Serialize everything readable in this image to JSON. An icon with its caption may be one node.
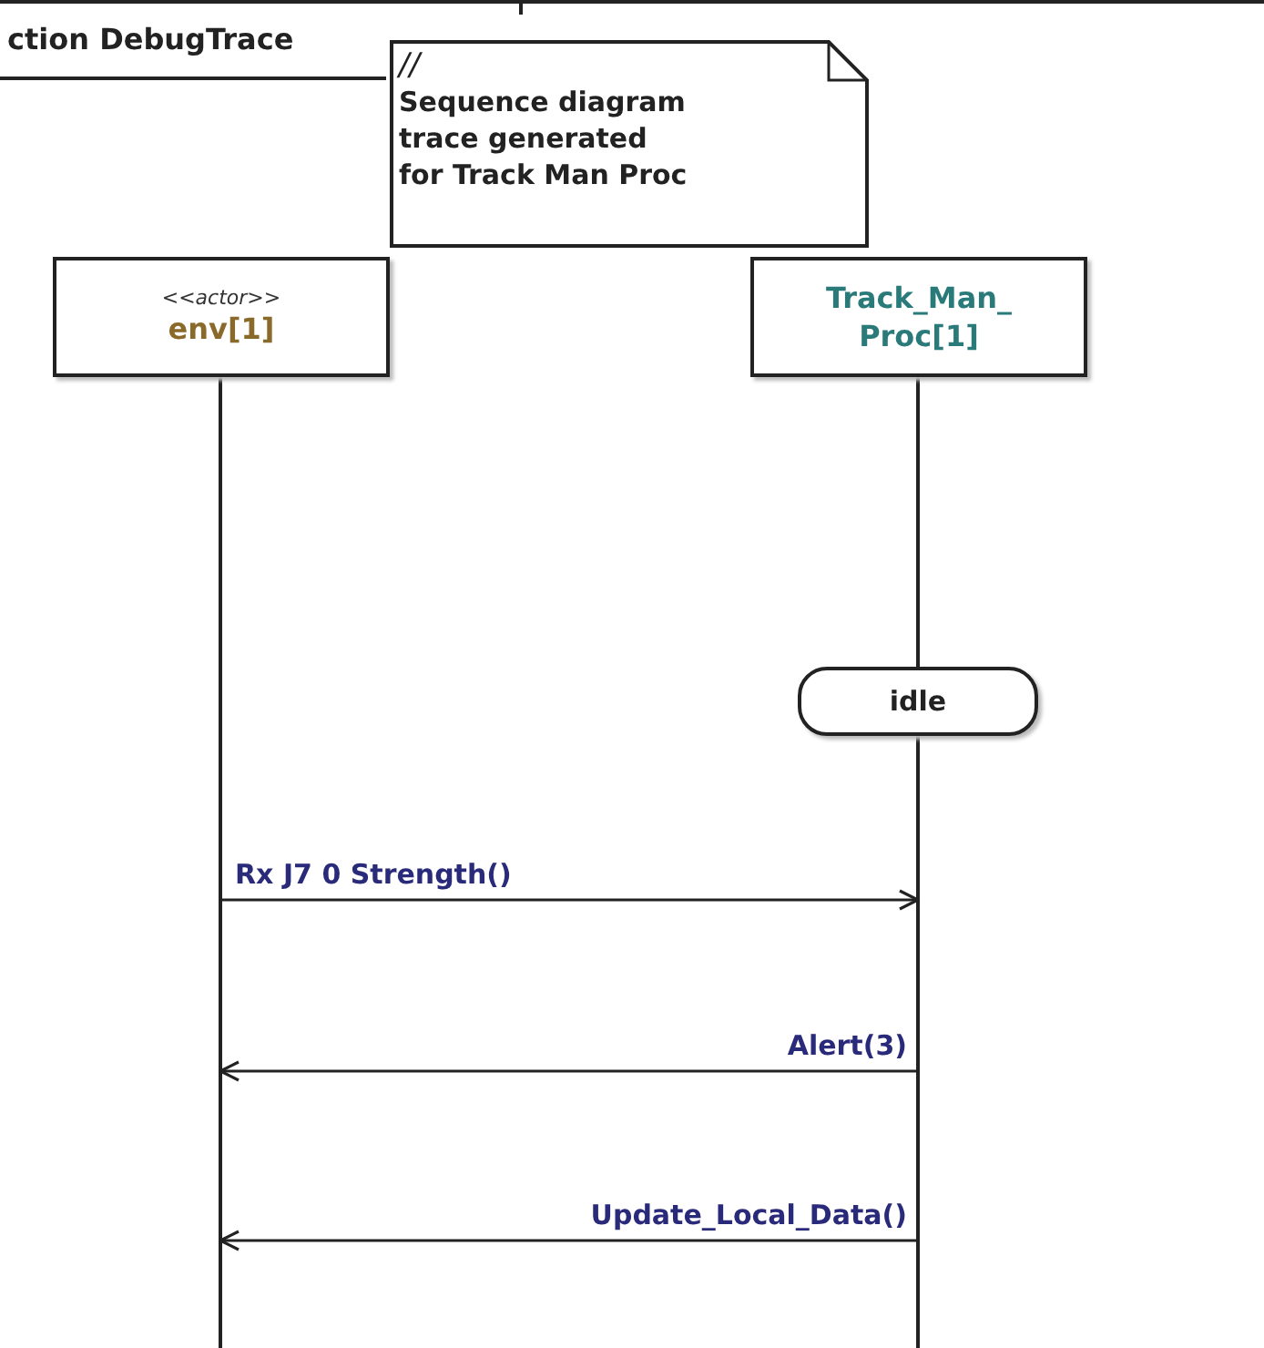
{
  "diagram": {
    "nodes": [
      {
        "text": [
          "ction DebugTrace"
        ]
      },
      {
        "text": [
          "//",
          "Sequence diagram trace generated for Track Man Proc"
        ],
        "in": 0
      },
      {
        "text": [
          "<<actor>>",
          "env[1]"
        ],
        "in": 0
      },
      {
        "text": [
          "Track_Man_ Proc[1]"
        ],
        "in": 0
      },
      {
        "text": [
          "idle"
        ],
        "in": 0
      },
      {
        "text": [],
        "shape": "bar",
        "in": 0
      },
      {
        "text": [],
        "shape": "bar",
        "in": 0
      }
    ],
    "edges": [
      {
        "from": 5,
        "to": 6,
        "arrow": "to",
        "label": "Rx J7 0 Strength()"
      },
      {
        "from": 6,
        "to": 5,
        "arrow": "to",
        "label": "Alert(3)"
      },
      {
        "from": 6,
        "to": 5,
        "arrow": "to",
        "label": "Update_Local_Data()"
      }
    ]
  }
}
